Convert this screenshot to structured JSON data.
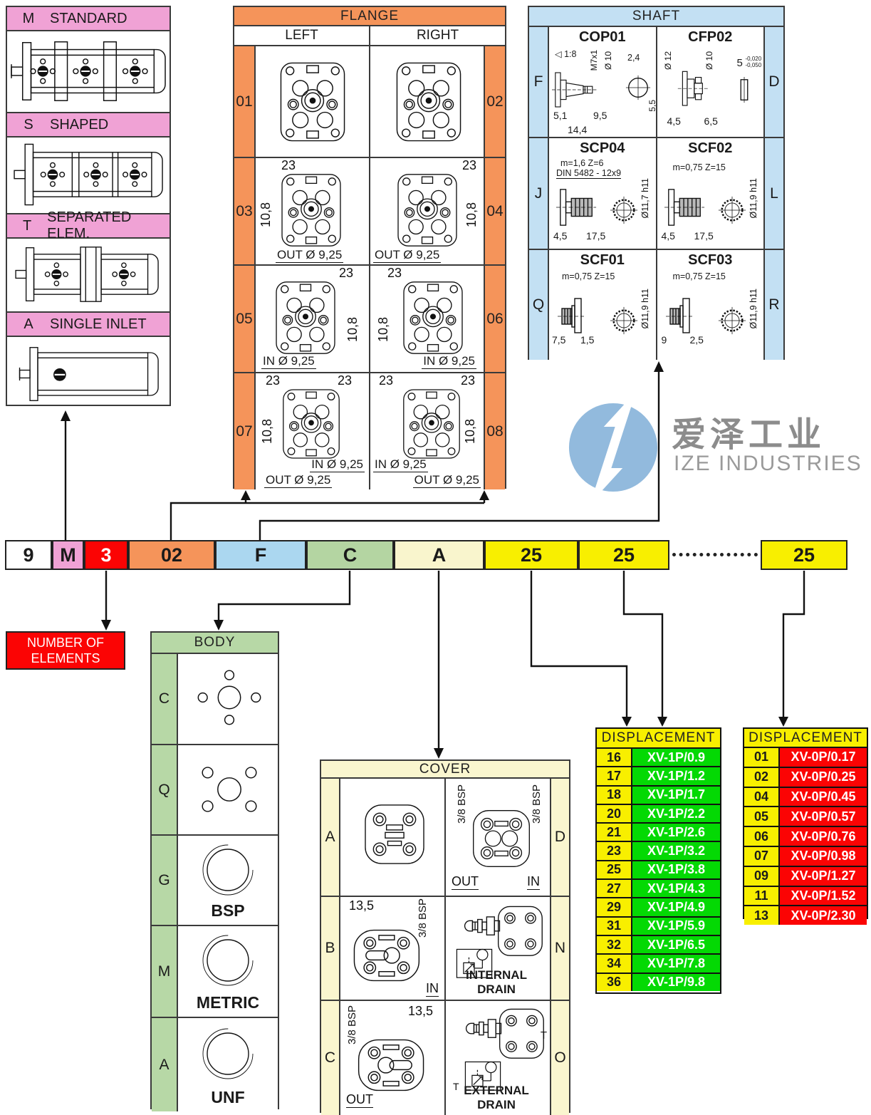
{
  "watermark": {
    "cn": "爱泽工业",
    "en": "IZE INDUSTRIES",
    "logo_color": "#92badd"
  },
  "types": {
    "header_color": "#f0a2d5",
    "sections": [
      {
        "code": "M",
        "label": "STANDARD"
      },
      {
        "code": "S",
        "label": "SHAPED"
      },
      {
        "code": "T",
        "label": "SEPARATED ELEM."
      },
      {
        "code": "A",
        "label": "SINGLE INLET"
      }
    ]
  },
  "flange": {
    "title": "FLANGE",
    "col_left": "LEFT",
    "col_right": "RIGHT",
    "header_color": "#f5945a",
    "rows": [
      {
        "lcode": "01",
        "rcode": "02"
      },
      {
        "lcode": "03",
        "rcode": "04",
        "w": "23",
        "h": "10,8",
        "port": "OUT Ø 9,25"
      },
      {
        "lcode": "05",
        "rcode": "06",
        "w": "23",
        "h": "10,8",
        "port": "IN Ø 9,25"
      },
      {
        "lcode": "07",
        "rcode": "08",
        "w1": "23",
        "w2": "23",
        "h": "10,8",
        "port_in": "IN Ø 9,25",
        "port_out": "OUT Ø 9,25"
      }
    ]
  },
  "shaft": {
    "title": "SHAFT",
    "header_color": "#c3e0f3",
    "rows": [
      {
        "lcode": "F",
        "rcode": "D",
        "lname": "COP01",
        "l_taper": "◁ 1:8",
        "l_thread": "M7x1",
        "l_dia": "Ø 10",
        "l_d24": "2,4",
        "l_d51": "5,1",
        "l_d95": "9,5",
        "l_d144": "14,4",
        "l_d55": "5,5",
        "rname": "CFP02",
        "r_dia12": "Ø 12",
        "r_dia10": "Ø 10",
        "r_d5": "5",
        "r_tol1": "-0,020",
        "r_tol2": "-0,050",
        "r_d45": "4,5",
        "r_d65": "6,5"
      },
      {
        "lcode": "J",
        "rcode": "L",
        "lname": "SCP04",
        "l_spec": "m=1,6  Z=6",
        "l_din": "DIN 5482 - 12x9",
        "l_dia": "Ø11,7 h11",
        "l_d1": "4,5",
        "l_d2": "17,5",
        "rname": "SCF02",
        "r_spec": "m=0,75  Z=15",
        "r_dia": "Ø11,9 h11",
        "r_d1": "4,5",
        "r_d2": "17,5"
      },
      {
        "lcode": "Q",
        "rcode": "R",
        "lname": "SCF01",
        "l_spec": "m=0,75  Z=15",
        "l_dia": "Ø11,9 h11",
        "l_d1": "7,5",
        "l_d2": "1,5",
        "rname": "SCF03",
        "r_spec": "m=0,75  Z=15",
        "r_dia": "Ø11,9 h11",
        "r_d1": "9",
        "r_d2": "2,5"
      }
    ]
  },
  "code_row": {
    "cells": [
      {
        "value": "9",
        "bg": "#ffffff",
        "fg": "#1a1a1a"
      },
      {
        "value": "M",
        "bg": "#f0a2d5",
        "fg": "#1a1a1a"
      },
      {
        "value": "3",
        "bg": "#fb0404",
        "fg": "#ffffff"
      },
      {
        "value": "02",
        "bg": "#f5945a",
        "fg": "#1a1a1a"
      },
      {
        "value": "F",
        "bg": "#abd7f0",
        "fg": "#1a1a1a"
      },
      {
        "value": "C",
        "bg": "#b4d5a2",
        "fg": "#1a1a1a"
      },
      {
        "value": "A",
        "bg": "#f9f5cd",
        "fg": "#1a1a1a"
      },
      {
        "value": "25",
        "bg": "#f8ef00",
        "fg": "#1a1a1a"
      },
      {
        "value": "25",
        "bg": "#f8ef00",
        "fg": "#1a1a1a"
      },
      {
        "value": "25",
        "bg": "#f8ef00",
        "fg": "#1a1a1a"
      }
    ]
  },
  "number_of_elements": {
    "line1": "NUMBER OF",
    "line2": "ELEMENTS",
    "bg": "#fb0404"
  },
  "body": {
    "title": "BODY",
    "header_color": "#b7d8a6",
    "rows": [
      {
        "code": "C",
        "label": ""
      },
      {
        "code": "Q",
        "label": ""
      },
      {
        "code": "G",
        "label": "BSP"
      },
      {
        "code": "M",
        "label": "METRIC"
      },
      {
        "code": "A",
        "label": "UNF"
      }
    ]
  },
  "cover": {
    "title": "COVER",
    "header_color": "#faf6cf",
    "rows": [
      {
        "lcode": "A",
        "rcode": "D",
        "d_bsp_l": "3/8 BSP",
        "d_bsp_r": "3/8 BSP",
        "d_out": "OUT",
        "d_in": "IN"
      },
      {
        "lcode": "B",
        "rcode": "N",
        "b_w": "13,5",
        "b_bsp": "3/8 BSP",
        "b_in": "IN",
        "n_label": "INTERNAL DRAIN"
      },
      {
        "lcode": "C",
        "rcode": "O",
        "c_bsp": "3/8 BSP",
        "c_w": "13,5",
        "c_out": "OUT",
        "o_t": "T",
        "o_t2": "T",
        "o_label": "EXTERNAL DRAIN"
      }
    ]
  },
  "displacement_1p": {
    "title": "DISPLACEMENT",
    "header_bg": "#f8ef00",
    "value_bg": "#04d904",
    "rows": [
      {
        "code": "16",
        "value": "XV-1P/0.9"
      },
      {
        "code": "17",
        "value": "XV-1P/1.2"
      },
      {
        "code": "18",
        "value": "XV-1P/1.7"
      },
      {
        "code": "20",
        "value": "XV-1P/2.2"
      },
      {
        "code": "21",
        "value": "XV-1P/2.6"
      },
      {
        "code": "23",
        "value": "XV-1P/3.2"
      },
      {
        "code": "25",
        "value": "XV-1P/3.8"
      },
      {
        "code": "27",
        "value": "XV-1P/4.3"
      },
      {
        "code": "29",
        "value": "XV-1P/4.9"
      },
      {
        "code": "31",
        "value": "XV-1P/5.9"
      },
      {
        "code": "32",
        "value": "XV-1P/6.5"
      },
      {
        "code": "34",
        "value": "XV-1P/7.8"
      },
      {
        "code": "36",
        "value": "XV-1P/9.8"
      }
    ]
  },
  "displacement_0p": {
    "title": "DISPLACEMENT",
    "header_bg": "#f8ef00",
    "value_bg": "#fb0404",
    "rows": [
      {
        "code": "01",
        "value": "XV-0P/0.17"
      },
      {
        "code": "02",
        "value": "XV-0P/0.25"
      },
      {
        "code": "04",
        "value": "XV-0P/0.45"
      },
      {
        "code": "05",
        "value": "XV-0P/0.57"
      },
      {
        "code": "06",
        "value": "XV-0P/0.76"
      },
      {
        "code": "07",
        "value": "XV-0P/0.98"
      },
      {
        "code": "09",
        "value": "XV-0P/1.27"
      },
      {
        "code": "11",
        "value": "XV-0P/1.52"
      },
      {
        "code": "13",
        "value": "XV-0P/2.30"
      }
    ]
  }
}
